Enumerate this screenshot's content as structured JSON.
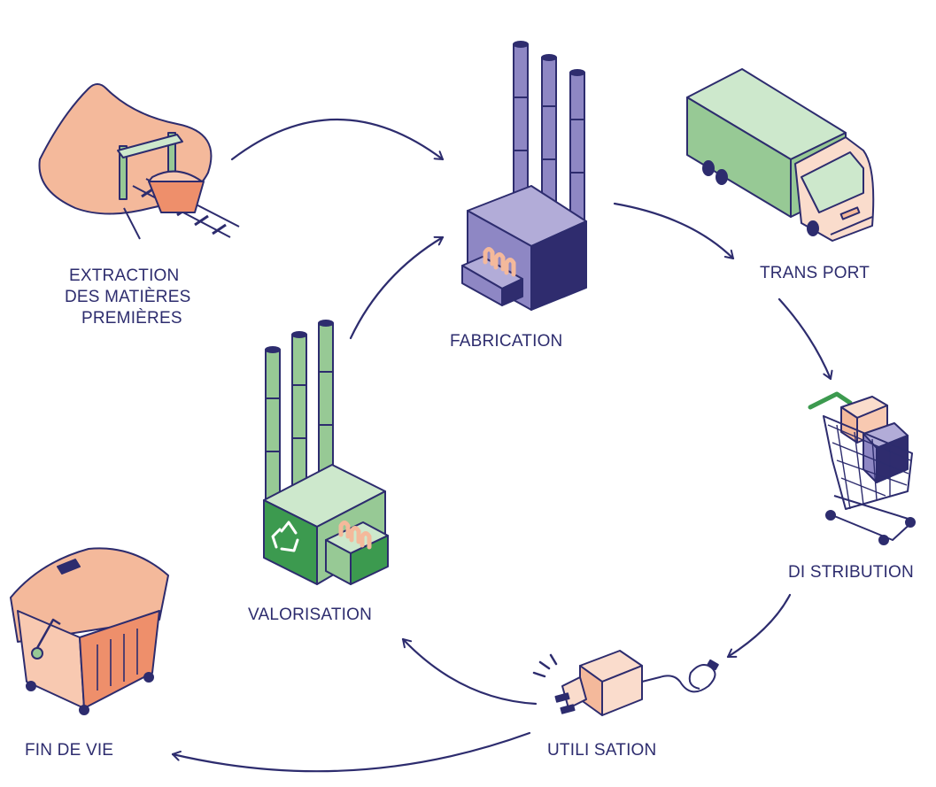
{
  "colors": {
    "stroke": "#2d2c6e",
    "salmon": "#f4b99b",
    "salmon_dark": "#ee8f6b",
    "purple": "#8e87c4",
    "purple_light": "#b2acd8",
    "purple_dark": "#2f2c6e",
    "green": "#97c995",
    "green_light": "#cde8cc",
    "green_dark": "#3c9a4f",
    "peach": "#fadccc",
    "orange": "#e88b66"
  },
  "stages": {
    "extraction": {
      "lines": [
        "EXTRACTION",
        "DES MATIÈRES",
        "PREMIÈRES"
      ],
      "icon": "mine-cart-icon"
    },
    "fabrication": {
      "label": "FABRICATION",
      "icon": "factory-icon"
    },
    "transport": {
      "label": "TRANS PORT",
      "icon": "truck-icon"
    },
    "distribution": {
      "label": "DI STRIBUTION",
      "icon": "shopping-cart-icon"
    },
    "utilisation": {
      "label": "UTILI SATION",
      "icon": "charger-plug-icon"
    },
    "valorisation": {
      "label": "VALORISATION",
      "icon": "recycling-factory-icon"
    },
    "fin_de_vie": {
      "label": "FIN DE VIE",
      "icon": "dumpster-icon"
    }
  }
}
